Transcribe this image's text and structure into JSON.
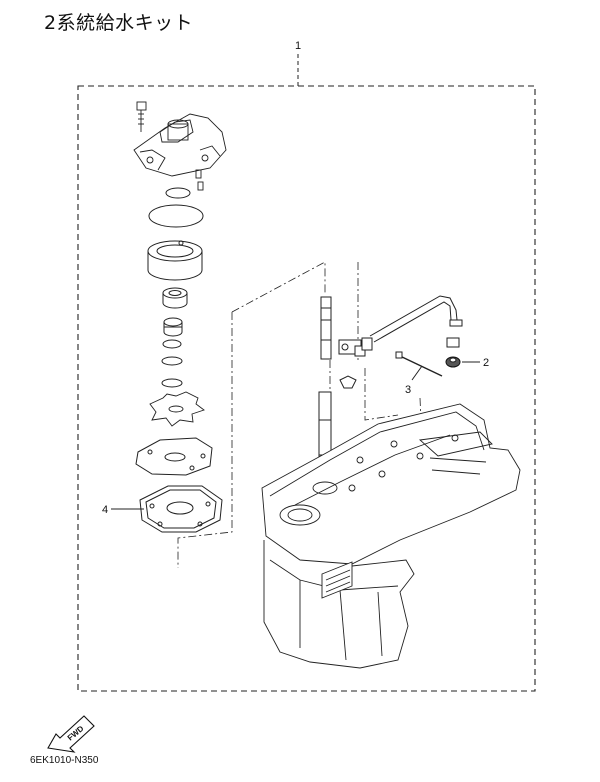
{
  "title": "2系統給水キット",
  "callouts": {
    "c1": "1",
    "c2": "2",
    "c3": "3",
    "c4": "4"
  },
  "fwd_label": "FWD",
  "drawing_code": "6EK1010-N350"
}
